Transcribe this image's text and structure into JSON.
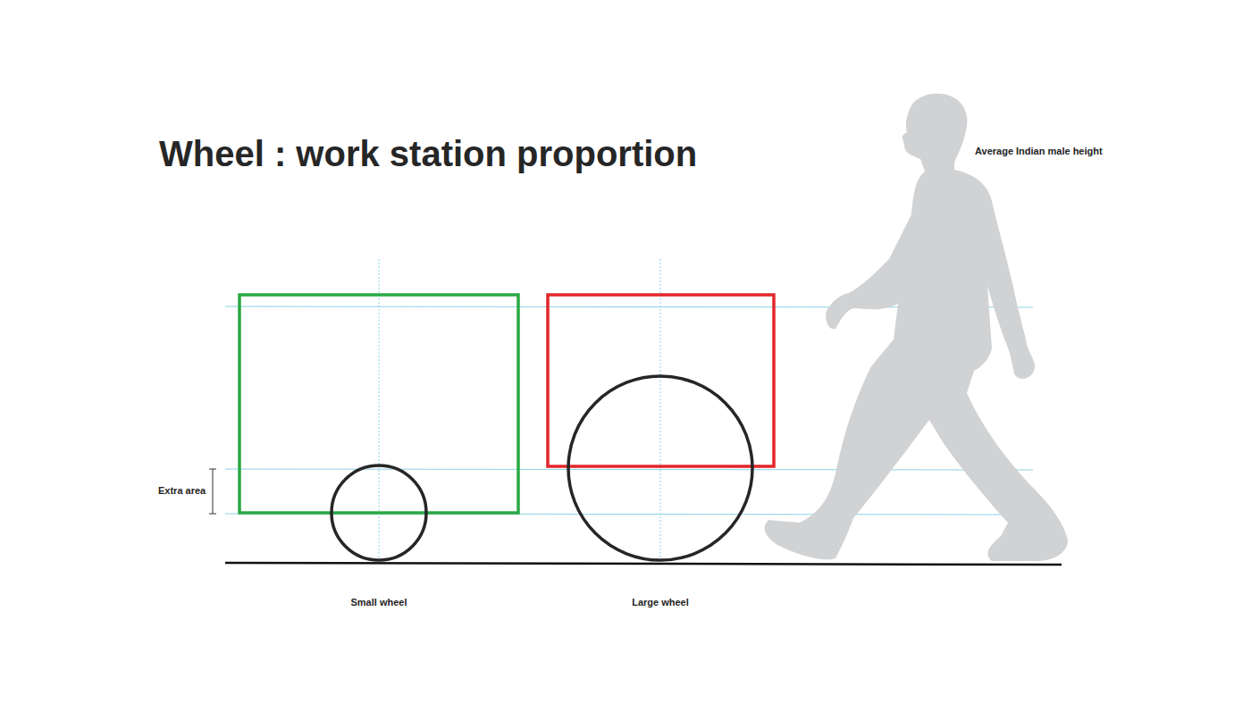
{
  "diagram": {
    "title": "Wheel : work station proportion",
    "labels": [
      "Average Indian male height",
      "Extra area",
      "Small wheel",
      "Large wheel"
    ]
  }
}
